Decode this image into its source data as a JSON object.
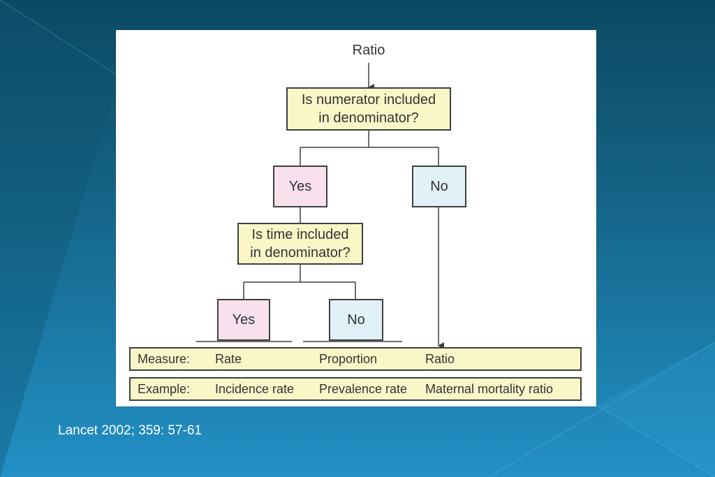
{
  "diagram": {
    "root": "Ratio",
    "question_1": "Is numerator included\nin denominator?",
    "answer_1_yes": "Yes",
    "answer_1_no": "No",
    "question_2": "Is time included\nin denominator?",
    "answer_2_yes": "Yes",
    "answer_2_no": "No",
    "measure_row": {
      "label": "Measure:",
      "values": [
        "Rate",
        "Proportion",
        "Ratio"
      ]
    },
    "example_row": {
      "label": "Example:",
      "values": [
        "Incidence rate",
        "Prevalence rate",
        "Maternal mortality ratio"
      ]
    }
  },
  "citation": "Lancet 2002; 359:  57-61",
  "colors": {
    "background_top": "#0c4a63",
    "background_bottom": "#2390c6",
    "question_fill": "#fbf6c8",
    "yes_fill": "#f8e1ec",
    "no_fill": "#e1f1f8",
    "line": "#3f3f3f"
  }
}
